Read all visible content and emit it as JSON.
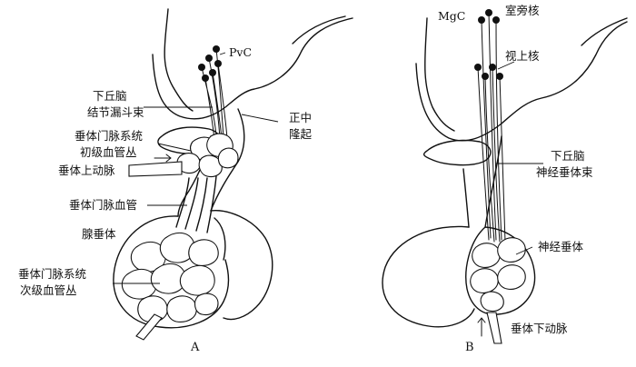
{
  "panel_a": {
    "panel_letter": "A",
    "labels": {
      "pvc": "PvC",
      "hypo_tract_line1": "下丘脑",
      "hypo_tract_line2": "结节漏斗束",
      "median_line1": "正中",
      "median_line2": "隆起",
      "primary_line1": "垂体门脉系统",
      "primary_line2": "初级血管丛",
      "sup_artery": "垂体上动脉",
      "portal_vessels": "垂体门脉血管",
      "adeno": "腺垂体",
      "secondary_line1": "垂体门脉系统",
      "secondary_line2": "次级血管丛"
    }
  },
  "panel_b": {
    "panel_letter": "B",
    "labels": {
      "mgc": "MgC",
      "pvn": "室旁核",
      "son": "视上核",
      "tract_line1": "下丘脑",
      "tract_line2": "神经垂体束",
      "neuro": "神经垂体",
      "inf_artery": "垂体下动脉"
    }
  },
  "colors": {
    "ink": "#111111",
    "background": "#ffffff"
  }
}
